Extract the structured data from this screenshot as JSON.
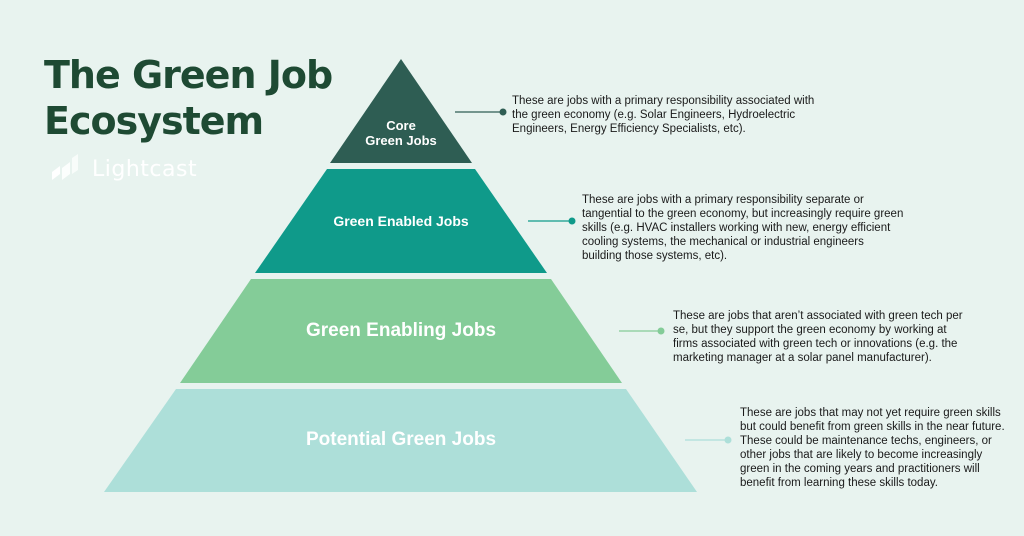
{
  "title": "The Green Job\nEcosystem",
  "brand": {
    "name": "Lightcast",
    "icon": "lightcast-logo-icon"
  },
  "colors": {
    "background": "#e8f3ef",
    "title": "#1e4a33",
    "tier1": "#2e5d53",
    "tier2": "#0f9a8a",
    "tier3": "#84cc98",
    "tier4": "#addfd9"
  },
  "tiers": [
    {
      "label": "Core\nGreen Jobs",
      "description": "These are jobs with a primary responsibility associated with the green economy (e.g. Solar Engineers, Hydroelectric Engineers, Energy Efficiency Specialists, etc)."
    },
    {
      "label": "Green Enabled Jobs",
      "description": "These are jobs with a primary responsibility separate or tangential to the green economy, but increasingly require green skills (e.g. HVAC installers working with new, energy efficient cooling systems, the mechanical or industrial engineers building those systems, etc)."
    },
    {
      "label": "Green Enabling Jobs",
      "description": "These are jobs that aren’t associated with green tech per se, but they support the green economy by working at firms associated with green tech or innovations (e.g. the marketing manager at a solar panel manufacturer)."
    },
    {
      "label": "Potential Green Jobs",
      "description": "These are jobs that may not yet require green skills but could benefit from green skills in the near future. These could be maintenance techs, engineers, or other jobs that are likely to become increasingly green in the coming years and practitioners will benefit from learning these skills today."
    }
  ]
}
